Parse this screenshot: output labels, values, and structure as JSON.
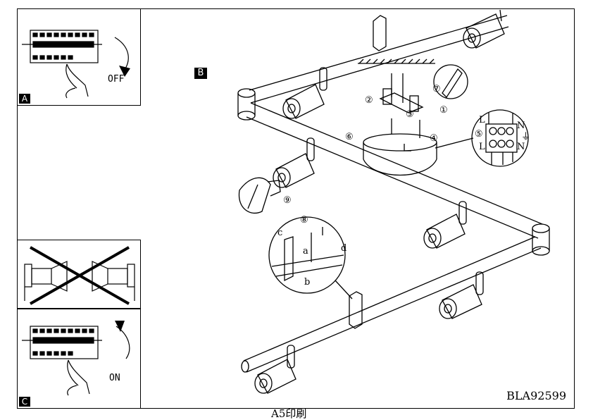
{
  "panels": {
    "a": {
      "label": "A",
      "switch_text": "OFF"
    },
    "b": {
      "label": "B"
    },
    "c": {
      "label": "C",
      "switch_text": "ON"
    }
  },
  "steps": [
    "①",
    "②",
    "③",
    "④",
    "⑤",
    "⑥",
    "⑦",
    "⑧",
    "⑨"
  ],
  "terminal": {
    "left": "L",
    "right": "N",
    "ground": "⏚"
  },
  "detail_letters": {
    "a": "a",
    "b": "b",
    "c": "c",
    "d": "d"
  },
  "product_code": "BLA92599",
  "footer_text": "A5印刷"
}
